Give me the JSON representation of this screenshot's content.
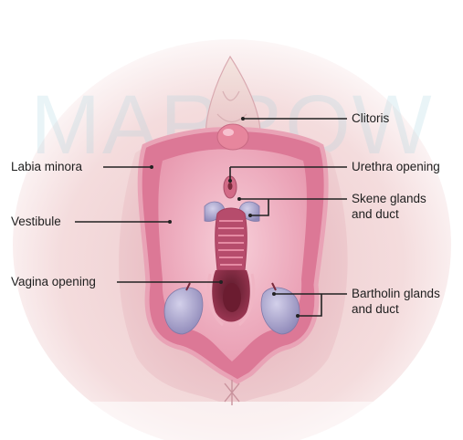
{
  "diagram": {
    "watermark": "MARROW",
    "labels": {
      "clitoris": "Clitoris",
      "labia_minora": "Labia minora",
      "urethra_opening": "Urethra opening",
      "skene_line1": "Skene glands",
      "skene_line2": "and duct",
      "vestibule": "Vestibule",
      "vagina_opening": "Vagina opening",
      "bartholin_line1": "Bartholin glands",
      "bartholin_line2": "and duct"
    },
    "colors": {
      "skin_outer": "#f2dada",
      "labia_majora": "#ebc6c7",
      "labia_minora_fill": "#dc7896",
      "labia_minora_edge": "#e9a3b6",
      "vestibule": "#efb2c2",
      "vaginal_canal": "#b64c6c",
      "gland": "#a9a4cc",
      "leader_line": "#222222",
      "watermark": "#9fd0dc"
    }
  }
}
